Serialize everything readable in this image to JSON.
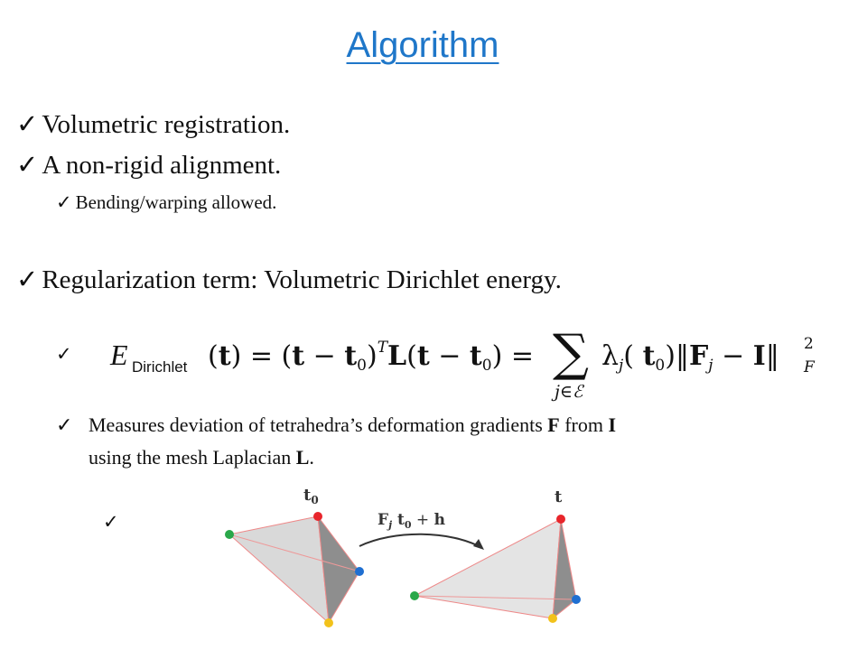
{
  "slide": {
    "title": "Algorithm",
    "check_glyph": "✓",
    "bullets": [
      "Volumetric registration.",
      "A non-rigid alignment.",
      "Bending/warping allowed.",
      "Regularization term: Volumetric Dirichlet energy."
    ],
    "formula": {
      "lhs_symbol": "E",
      "lhs_subscript": "Dirichlet",
      "text": "(t) = (t − t0)ᵀ L (t − t0) = Σ_{j∈ℰ} λj(t0) ‖Fj − I‖²_F"
    },
    "description": {
      "line1_a": "Measures deviation of tetrahedra’s deformation gradients ",
      "line1_b": "F",
      "line1_c": " from ",
      "line1_d": "I",
      "line2_a": "using the mesh Laplacian ",
      "line2_b": "L",
      "line2_c": "."
    },
    "diagram": {
      "left_label": "t0",
      "right_label": "t",
      "arrow_label": "Fj t0 + h",
      "vertex_colors": {
        "red": "#e8252b",
        "green": "#2aa84a",
        "blue": "#1f6fd1",
        "yellow": "#f2c21b"
      }
    }
  }
}
